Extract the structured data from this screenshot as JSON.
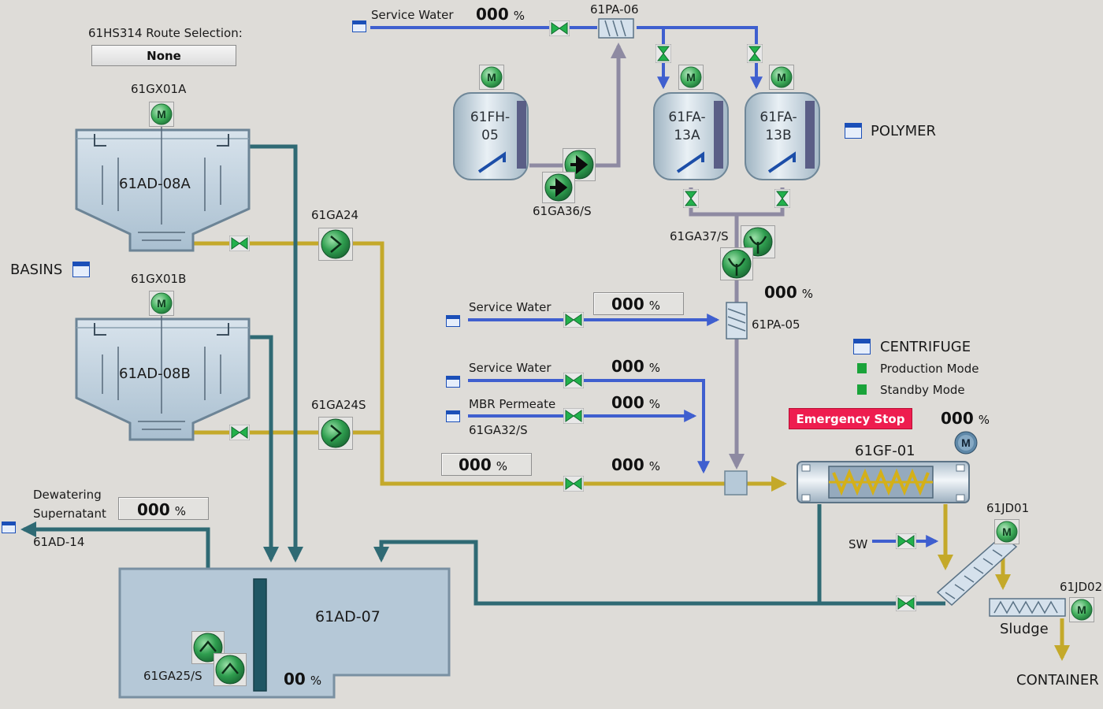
{
  "route": {
    "label": "61HS314 Route Selection:",
    "value": "None"
  },
  "nav_links": {
    "basins": "BASINS",
    "polymer": "POLYMER",
    "centrifuge": "CENTRIFUGE"
  },
  "centrifuge_modes": [
    {
      "label": "Production Mode",
      "color": "#1aa33a"
    },
    {
      "label": "Standby Mode",
      "color": "#1aa33a"
    }
  ],
  "emergency_stop": {
    "label": "Emergency Stop",
    "color": "#ee1d4f"
  },
  "motor_letter": "M",
  "units": {
    "pct": "%"
  },
  "tags": {
    "gx01a": "61GX01A",
    "gx01b": "61GX01B",
    "ad08a": "61AD-08A",
    "ad08b": "61AD-08B",
    "ga24": "61GA24",
    "ga24s": "61GA24S",
    "pa06": "61PA-06",
    "fh05_a": "61FH-",
    "fh05_b": "05",
    "fa13a_a": "61FA-",
    "fa13a_b": "13A",
    "fa13b_a": "61FA-",
    "fa13b_b": "13B",
    "ga36s": "61GA36/S",
    "ga37s": "61GA37/S",
    "pa05": "61PA-05",
    "ga32s": "61GA32/S",
    "gf01": "61GF-01",
    "jd01": "61JD01",
    "jd02": "61JD02",
    "ad07": "61AD-07",
    "ga25s": "61GA25/S",
    "ad14": "61AD-14"
  },
  "labels": {
    "service_water_top": "Service Water",
    "service_water_mid": "Service Water",
    "service_water_low": "Service Water",
    "mbr_permeate": "MBR Permeate",
    "dewatering_1": "Dewatering",
    "dewatering_2": "Supernatant",
    "sw": "SW",
    "sludge": "Sludge",
    "container": "CONTAINER"
  },
  "values": {
    "service_water_top": "000",
    "polymer_flow": "000",
    "service_water_mid_box": "000",
    "service_water_low": "000",
    "mbr_permeate": "000",
    "feed_box": "000",
    "feed_line": "000",
    "centrifuge": "000",
    "dewatering": "000",
    "ad07_level": "00"
  },
  "colors": {
    "background": "#dedcd8",
    "sludge_line": "#c4a92a",
    "water_line": "#3f5fcf",
    "polymer_line": "#8e8aa2",
    "return_line": "#2f6a74",
    "pump_green": "#27a04e",
    "motor_green": "#3fae5a",
    "estop_red": "#ee1d4f",
    "nav_blue": "#1b4fb8"
  },
  "icons": {
    "motor": "motor-icon",
    "pump": "pump-icon",
    "valve": "valve-icon",
    "mixer": "inline-mixer-icon",
    "nav": "window-icon",
    "conveyor": "screw-conveyor-icon",
    "centrifuge": "centrifuge-icon"
  }
}
